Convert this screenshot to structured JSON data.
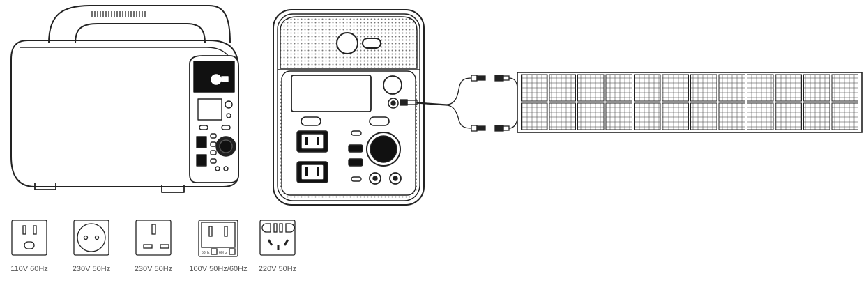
{
  "sockets": [
    {
      "id": "us",
      "label": "110V 60Hz"
    },
    {
      "id": "eu",
      "label": "230V 50Hz"
    },
    {
      "id": "uk",
      "label": "230V 50Hz"
    },
    {
      "id": "jp",
      "label": "100V 50Hz/60Hz",
      "switch_labels": [
        "50Hz",
        "60Hz"
      ]
    },
    {
      "id": "cn",
      "label": "220V 50Hz"
    }
  ],
  "icons": {
    "station_side": "portable-power-station-3d-icon",
    "station_front": "power-station-front-panel-icon",
    "cable": "solar-y-branch-cable-icon",
    "solar": "folding-solar-panel-icon"
  },
  "colors": {
    "line": "#222222",
    "label": "#555555"
  }
}
